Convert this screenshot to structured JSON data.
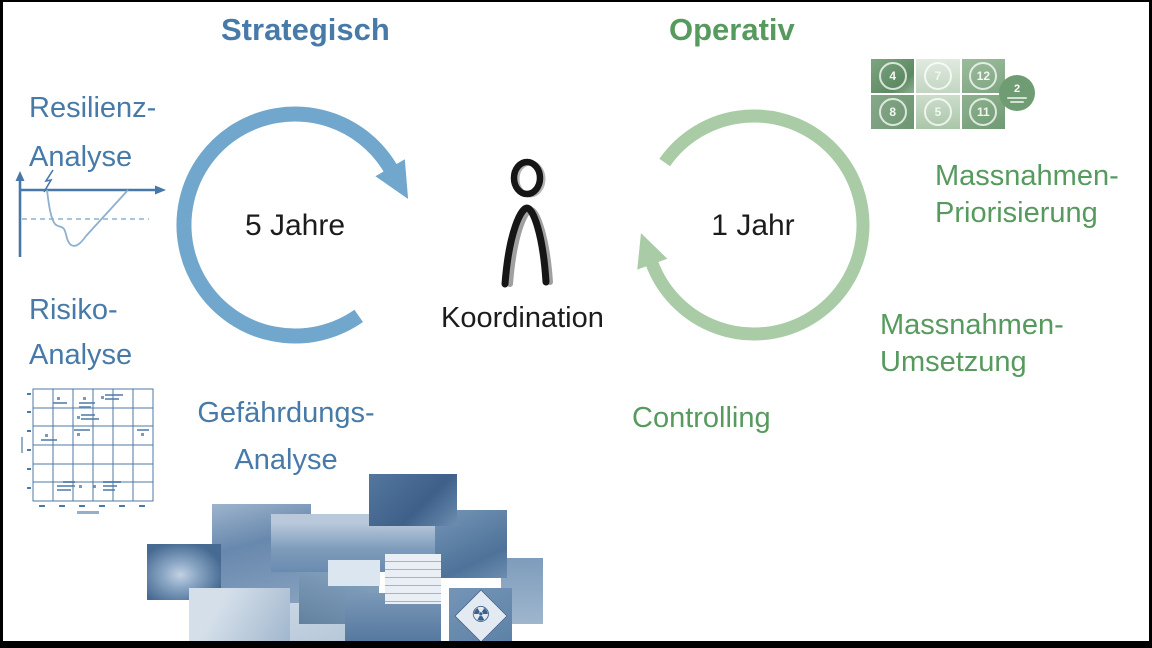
{
  "frame": {
    "border_color": "#000000",
    "canvas_color": "#ffffff"
  },
  "palette": {
    "blue_text": "#477aa8",
    "blue_arc": "#72a7cd",
    "green_text": "#569a5e",
    "green_arc": "#a9cba6",
    "black_text": "#1c1c1c"
  },
  "headers": {
    "strategic": "Strategisch",
    "operative": "Operativ"
  },
  "strategic_cycle": {
    "duration": "5 Jahre",
    "resilienz": {
      "line1": "Resilienz-",
      "line2": "Analyse"
    },
    "risiko": {
      "line1": "Risiko-",
      "line2": "Analyse"
    },
    "gefaehrdung": {
      "line1": "Gefährdungs-",
      "line2": "Analyse"
    }
  },
  "operative_cycle": {
    "duration": "1 Jahr",
    "priorisierung": {
      "line1": "Massnahmen-",
      "line2": "Priorisierung"
    },
    "umsetzung": {
      "line1": "Massnahmen-",
      "line2": "Umsetzung"
    },
    "controlling": "Controlling"
  },
  "center": {
    "label": "Koordination"
  },
  "priorisierung_image": {
    "tiles": [
      "4",
      "7",
      "12",
      "8",
      "5",
      "11"
    ],
    "badge": "2"
  },
  "icons": {
    "person": "stick-figure",
    "radioactive": "☢",
    "lightning": "lightning-bolt",
    "blue_cycle": "clockwise-arrow",
    "green_cycle": "clockwise-arrow"
  }
}
